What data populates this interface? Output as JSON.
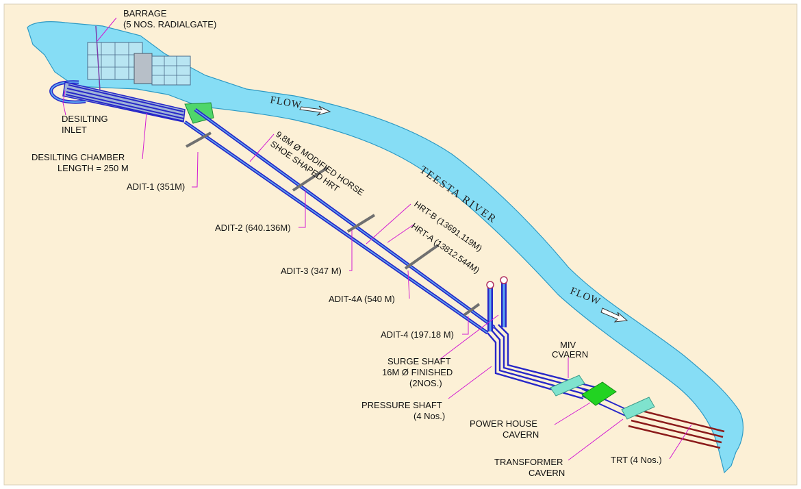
{
  "colors": {
    "background": "#FCF0D6",
    "river": "#86DDF5",
    "river_edge": "#2E9AC4",
    "tunnel": "#2727C8",
    "tunnel_inner": "#5DA8F0",
    "leader": "#D21AD2",
    "tailrace": "#8B1A1A",
    "powerhouse": "#22D322",
    "cavern": "#7FE3CE"
  },
  "river": {
    "name": "TEESTA RIVER",
    "flow_upper": "FLOW",
    "flow_lower": "FLOW"
  },
  "labels": {
    "barrage_line1": "BARRAGE",
    "barrage_line2": "(5 NOS. RADIALGATE)",
    "desilting_inlet_line1": "DESILTING",
    "desilting_inlet_line2": "INLET",
    "desilting_chamber_line1": "DESILTING CHAMBER",
    "desilting_chamber_line2": "LENGTH = 250 M",
    "adit1": "ADIT-1 (351M)",
    "adit2": "ADIT-2 (640.136M)",
    "adit3": "ADIT-3 (347 M)",
    "adit4a": "ADIT-4A (540 M)",
    "adit4": "ADIT-4 (197.18 M)",
    "hrt_shape_line1": "9.8M Ø MODIFIED HORSE",
    "hrt_shape_line2": "SHOE SHAPED HRT",
    "hrt_b": "HRT-B (13691.119M)",
    "hrt_a": "HRT-A (13812.544M)",
    "surge_line1": "SURGE SHAFT",
    "surge_line2": "16M Ø FINISHED",
    "surge_line3": "(2NOS.)",
    "pressure_line1": "PRESSURE SHAFT",
    "pressure_line2": "(4 Nos.)",
    "miv_line1": "MIV",
    "miv_line2": "CVAERN",
    "powerhouse_line1": "POWER HOUSE",
    "powerhouse_line2": "CAVERN",
    "transformer_line1": "TRANSFORMER",
    "transformer_line2": "CAVERN",
    "trt": "TRT (4 Nos.)"
  }
}
